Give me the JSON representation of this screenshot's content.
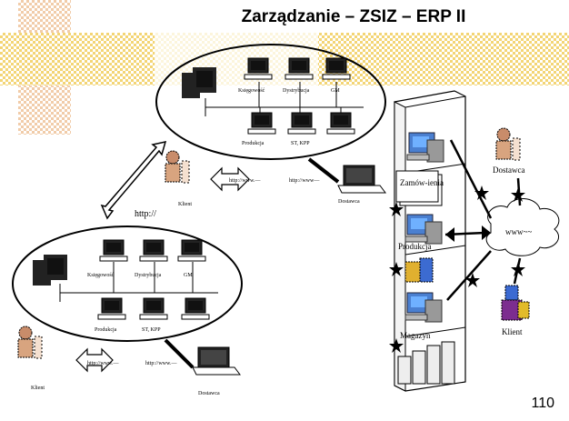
{
  "title": "Zarządzanie – ZSIZ – ERP II",
  "slide_number": "110",
  "top_network": {
    "computers": [
      "Księgowość",
      "Dystrybucja",
      "GM",
      "Produkcja",
      "ST, KPP"
    ],
    "client": "Klient",
    "supplier": "Dostawca",
    "links": [
      "http://www.—",
      "http://www—"
    ]
  },
  "bottom_network": {
    "computers": [
      "Księgowość",
      "Dystrybucja",
      "GM",
      "Produkcja",
      "ST, KPP"
    ],
    "client": "Klient",
    "supplier": "Dostawca",
    "links": [
      "http://www.—",
      "http://www.—"
    ]
  },
  "middle_link": "http://",
  "erp_tower": {
    "sections": [
      "Zamów-ienia",
      "Produkcja",
      "Magazyn"
    ]
  },
  "external": {
    "cloud": "www~~",
    "supplier": "Dostawca",
    "client": "Klient"
  },
  "colors": {
    "checker_gold": "#f3d36e",
    "checker_peach": "#f0c7a0",
    "monitor_blue": "#4a7fd0"
  }
}
